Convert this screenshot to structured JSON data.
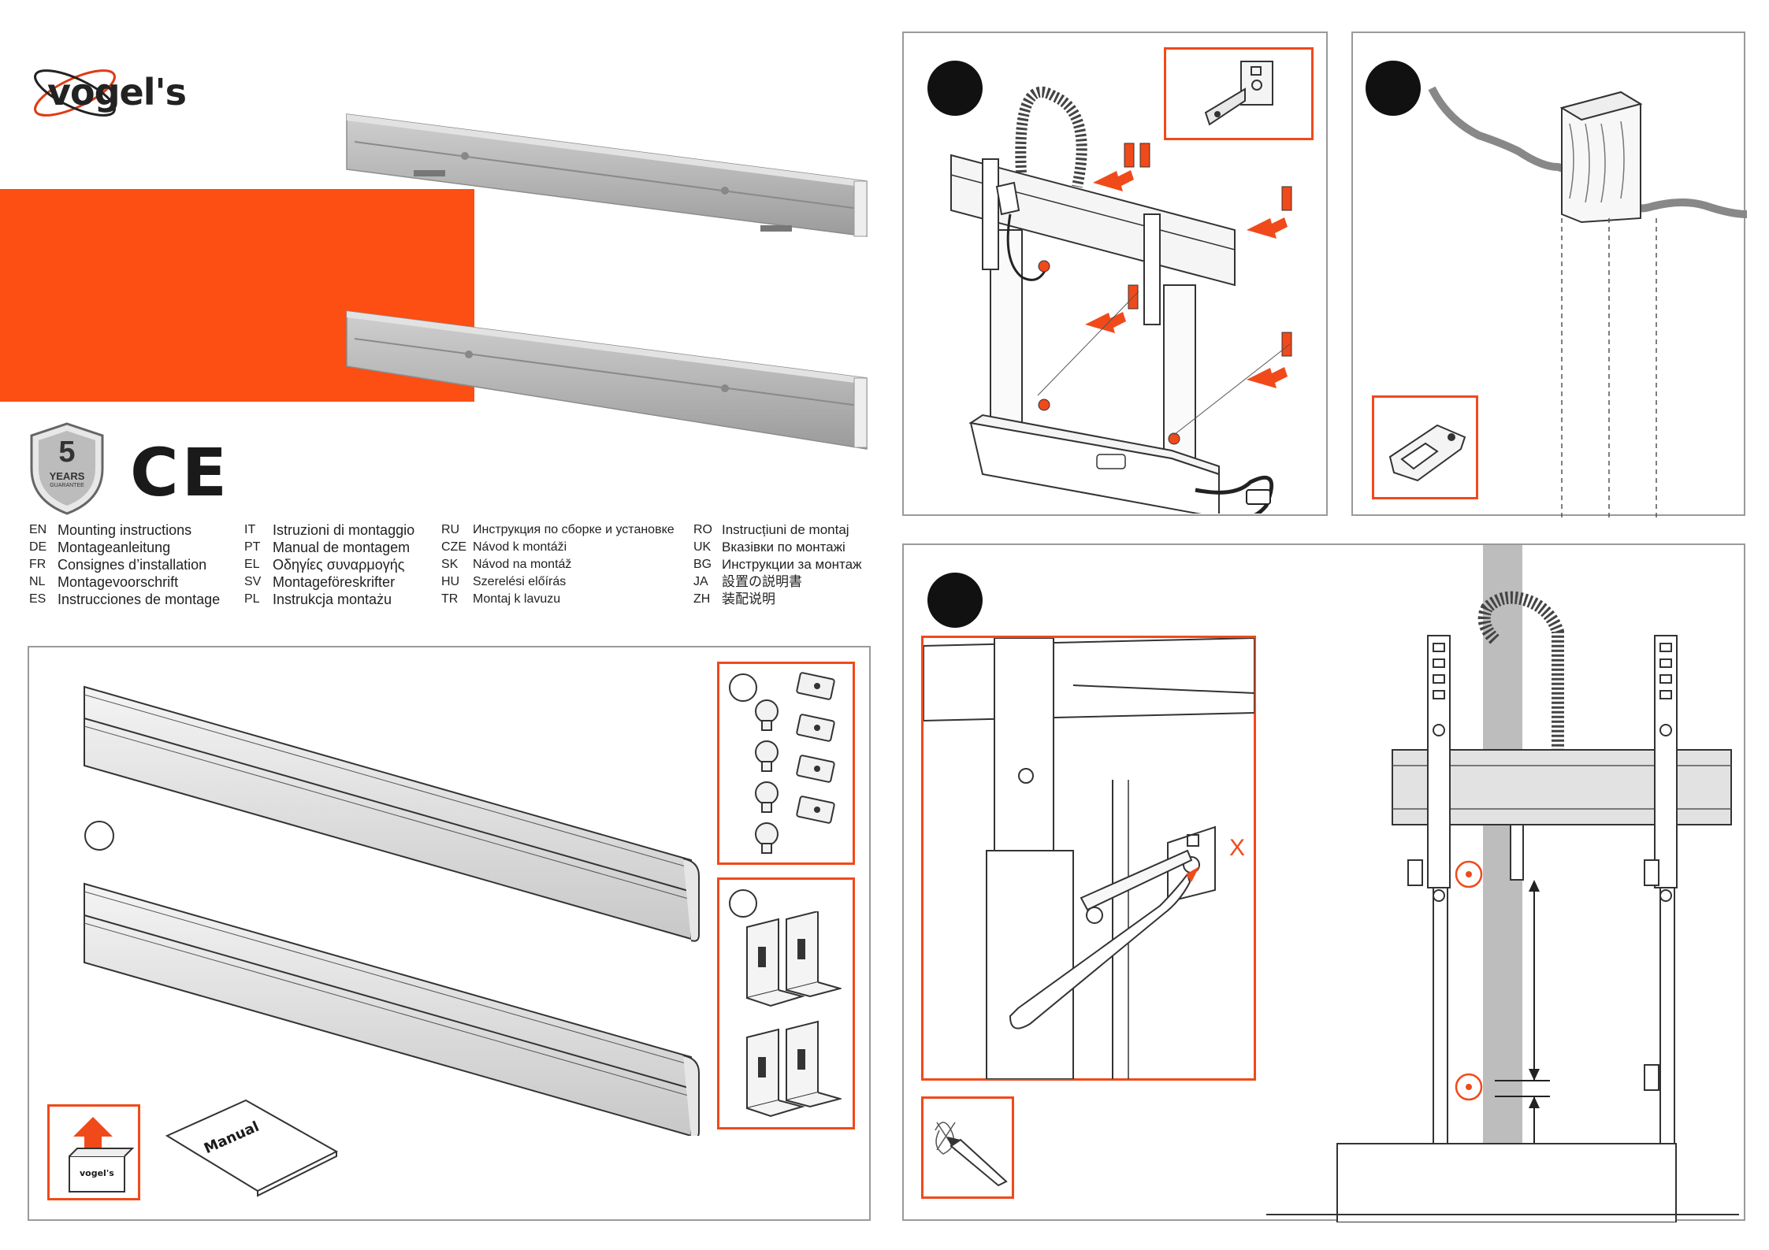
{
  "brand": {
    "name": "vogel's",
    "mini_label": "vogel's"
  },
  "badges": {
    "warranty_number": "5",
    "warranty_years": "YEARS",
    "warranty_sub": "GUARANTEE",
    "ce_mark": "CE"
  },
  "languages": {
    "col1": [
      {
        "code": "EN",
        "text": "Mounting instructions"
      },
      {
        "code": "DE",
        "text": "Montageanleitung"
      },
      {
        "code": "FR",
        "text": "Consignes d’installation"
      },
      {
        "code": "NL",
        "text": "Montagevoorschrift"
      },
      {
        "code": "ES",
        "text": "Instrucciones de montage"
      }
    ],
    "col2": [
      {
        "code": "IT",
        "text": "Istruzioni di montaggio"
      },
      {
        "code": "PT",
        "text": "Manual de montagem"
      },
      {
        "code": "EL",
        "text": "Οδηγίες συναρμογής"
      },
      {
        "code": "SV",
        "text": "Montageföreskrifter"
      },
      {
        "code": "PL",
        "text": "Instrukcja montażu"
      }
    ],
    "col3": [
      {
        "code": "RU",
        "text": "Инструкция по сборке и установке"
      },
      {
        "code": "CZE",
        "text": "Návod k montáži"
      },
      {
        "code": "SK",
        "text": "Návod na montáž"
      },
      {
        "code": "HU",
        "text": "Szerelési előírás"
      },
      {
        "code": "TR",
        "text": "Montaj k  lavuzu"
      }
    ],
    "col4": [
      {
        "code": "RO",
        "text": "Instrucțiuni de montaj"
      },
      {
        "code": "UK",
        "text": "Вказівки по монтажі"
      },
      {
        "code": "BG",
        "text": "Инструкции за монтаж"
      },
      {
        "code": "JA",
        "text": "設置の説明書"
      },
      {
        "code": "ZH",
        "text": "装配说明"
      }
    ]
  },
  "parts": {
    "manual_label": "Manual"
  },
  "steps": {
    "step3_mark": "X"
  },
  "colors": {
    "accent": "#f04a1a",
    "rail": "#b9b9b9",
    "panel_border": "#9a9a9a"
  }
}
